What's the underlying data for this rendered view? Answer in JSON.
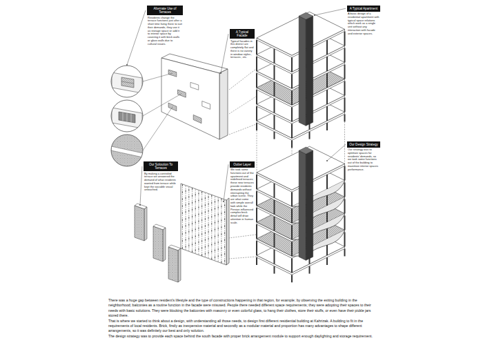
{
  "diagram": {
    "nodes": [
      {
        "text": [
          "Alternate Use of Terraces",
          "Residents change the terrace functions just after a short time living there to suit their demands, they use it as storage space or add it to interior space by covering it with brick walls or glass walls due to cultural issues."
        ]
      },
      {
        "text": [
          "A Typical Apartment",
          "A basic design of a residential apartment with typical space relations which work as a single unit without any interaction with facade and exterior spaces."
        ]
      },
      {
        "text": [
          "A Typical Facade",
          "Typical facades in this district are completely flat and there is no variety in window styles , terraces , etc."
        ]
      },
      {
        "text": [
          "Our Design Strategy",
          "Our strategy was to optimize spaces for residents' demands, so we took some functions out of the building to maximize interior spaces performance."
        ]
      },
      {
        "text": [
          "Our Soloution To Terraces",
          "By making a controled terrace we answered the demand of what residents wanted from terrace while kept the sociable visual untouched."
        ]
      },
      {
        "text": [
          "Outter Layer",
          "We took some functions out of the apartment and redefined terraces; these new terraces provide residents demands without interrupting the urban scene. They are what come with simple overall look while the Persian influenced complex brick detail will draw attention in human scale."
        ]
      }
    ],
    "labels": [
      "There was a huge gap between resident's lifestyle and the type of constructions happening in that region, for example; by observing the exiting building in the neighborhood; balconies as a routine function in the facade were misused. People there needed different space requirements; they were adopting their spaces to their needs with basic solutions. They were blocking the balconies with masonry or even colorful glass, to hang their clothes, store their stuffs, or even have their pickle jars stored there.",
      "That is where we started to think about a design, with understanding all those needs, to design first different residential building at Kahrizak. A building to fit in the requirements of local residents. Brick, firstly as inexpensive material and secondly as a modular material and proportion has many advantages to shape different arrangements, so it was definitely our best and only solution.",
      "The design strategy was to provide each space behind the south facade with proper brick arrangement module to support enough daylighting and storage requirement."
    ]
  }
}
